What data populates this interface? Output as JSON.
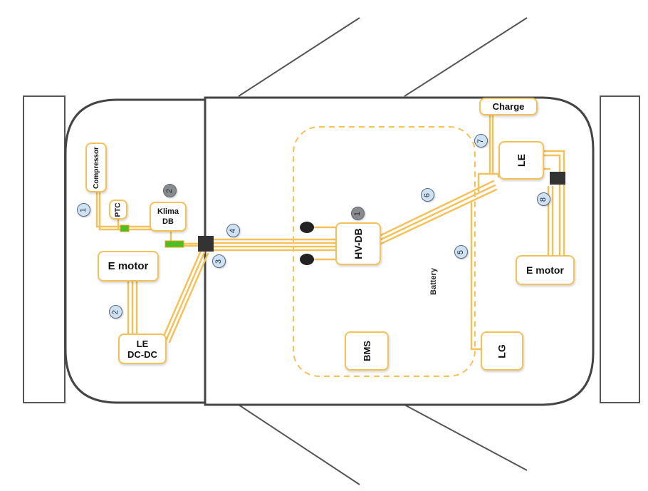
{
  "components": {
    "compressor": "Compressor",
    "ptc": "PTC",
    "klima_db": "Klima\nDB",
    "e_motor_front": "E motor",
    "le_dcdc": "LE\nDC-DC",
    "hv_db": "HV-DB",
    "battery": "Battery",
    "bms": "BMS",
    "lg": "LG",
    "charge": "Charge",
    "le_rear": "LE",
    "e_motor_rear": "E motor"
  },
  "badges": {
    "b1_front": "1",
    "b2_klima": "2",
    "b2_front_motor": "2",
    "b3": "3",
    "b4": "4",
    "b1_hvdb": "1",
    "b5": "5",
    "b6": "6",
    "b7": "7",
    "b8": "8"
  },
  "colors": {
    "cable": "#f5c15a",
    "cable_dark": "#e0a020",
    "connector_green": "#4cc020",
    "junction": "#333333",
    "outline": "#444444",
    "badge_light": "#cfe2f3",
    "badge_dark": "#8a8a8a"
  }
}
